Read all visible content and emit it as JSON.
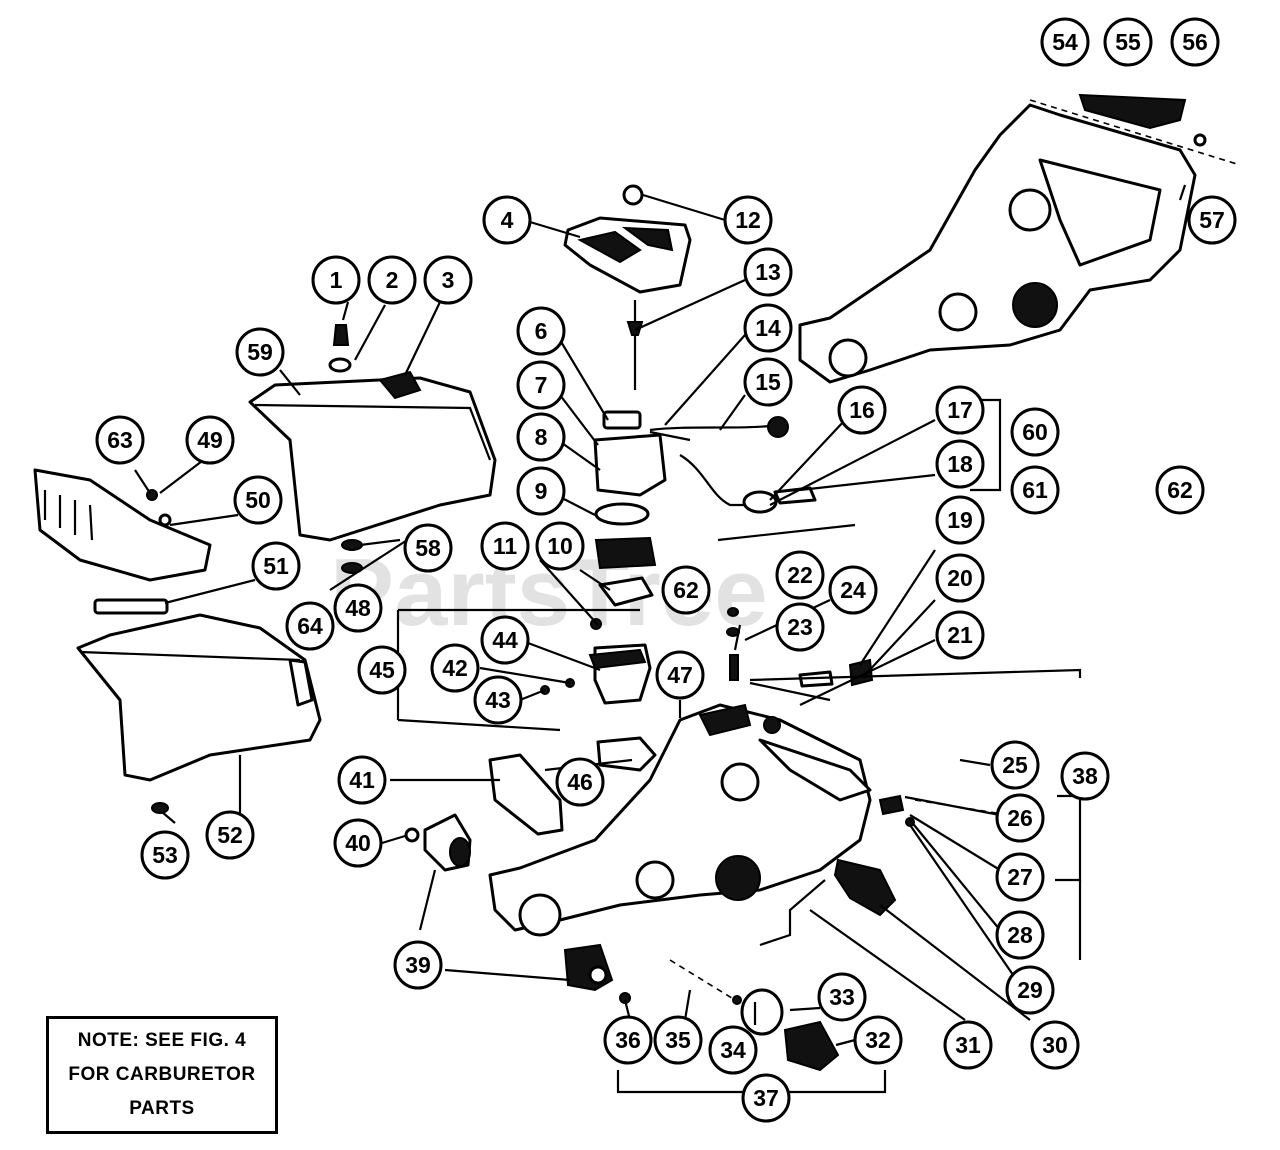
{
  "diagram": {
    "watermark": "PartsTree",
    "callouts": [
      {
        "label": "1"
      },
      {
        "label": "2"
      },
      {
        "label": "3"
      },
      {
        "label": "4"
      },
      {
        "label": "6"
      },
      {
        "label": "7"
      },
      {
        "label": "8"
      },
      {
        "label": "9"
      },
      {
        "label": "10"
      },
      {
        "label": "11"
      },
      {
        "label": "12"
      },
      {
        "label": "13"
      },
      {
        "label": "14"
      },
      {
        "label": "15"
      },
      {
        "label": "16"
      },
      {
        "label": "17"
      },
      {
        "label": "18"
      },
      {
        "label": "19"
      },
      {
        "label": "20"
      },
      {
        "label": "21"
      },
      {
        "label": "22"
      },
      {
        "label": "23"
      },
      {
        "label": "24"
      },
      {
        "label": "25"
      },
      {
        "label": "26"
      },
      {
        "label": "27"
      },
      {
        "label": "28"
      },
      {
        "label": "29"
      },
      {
        "label": "30"
      },
      {
        "label": "31"
      },
      {
        "label": "32"
      },
      {
        "label": "33"
      },
      {
        "label": "34"
      },
      {
        "label": "35"
      },
      {
        "label": "36"
      },
      {
        "label": "37"
      },
      {
        "label": "38"
      },
      {
        "label": "39"
      },
      {
        "label": "40"
      },
      {
        "label": "41"
      },
      {
        "label": "42"
      },
      {
        "label": "43"
      },
      {
        "label": "44"
      },
      {
        "label": "45"
      },
      {
        "label": "46"
      },
      {
        "label": "47"
      },
      {
        "label": "48"
      },
      {
        "label": "49"
      },
      {
        "label": "50"
      },
      {
        "label": "51"
      },
      {
        "label": "52"
      },
      {
        "label": "53"
      },
      {
        "label": "54"
      },
      {
        "label": "55"
      },
      {
        "label": "56"
      },
      {
        "label": "57"
      },
      {
        "label": "58"
      },
      {
        "label": "59"
      },
      {
        "label": "60"
      },
      {
        "label": "61"
      },
      {
        "label": "62"
      },
      {
        "label": "62"
      },
      {
        "label": "63"
      },
      {
        "label": "64"
      }
    ]
  },
  "note": {
    "line1": "NOTE: SEE FIG. 4",
    "line2": "FOR CARBURETOR",
    "line3": "PARTS"
  }
}
